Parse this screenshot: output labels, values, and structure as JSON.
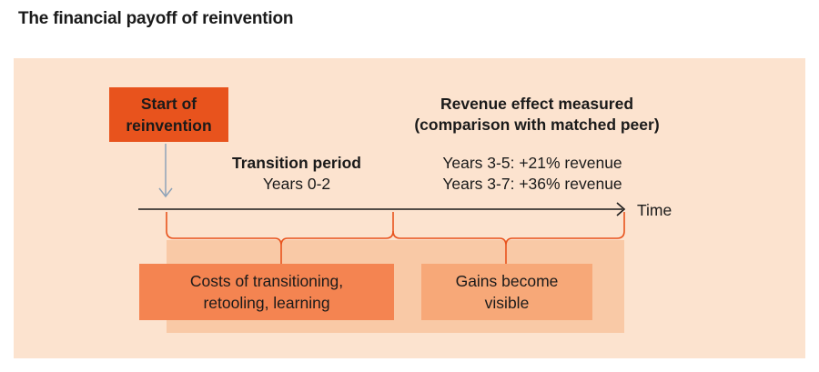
{
  "title": "The financial payoff of reinvention",
  "start": {
    "line1": "Start of",
    "line2": "reinvention"
  },
  "transition": {
    "heading": "Transition period",
    "years": "Years 0-2"
  },
  "revenue": {
    "heading1": "Revenue effect measured",
    "heading2": "(comparison with matched peer)",
    "line1": "Years 3-5: +21% revenue",
    "line2": "Years 3-7: +36% revenue"
  },
  "axis": {
    "label": "Time"
  },
  "costs": {
    "line1": "Costs of transitioning,",
    "line2": "retooling, learning"
  },
  "gains": {
    "line1": "Gains become",
    "line2": "visible"
  },
  "colors": {
    "panel": "#fce3cf",
    "start_box": "#e8531d",
    "costs_box": "#f48451",
    "gains_box": "#f7a878",
    "gains_band": "#f9c9a6",
    "bracket": "#e8531d",
    "pointer_arrow": "#8ea3b8"
  }
}
